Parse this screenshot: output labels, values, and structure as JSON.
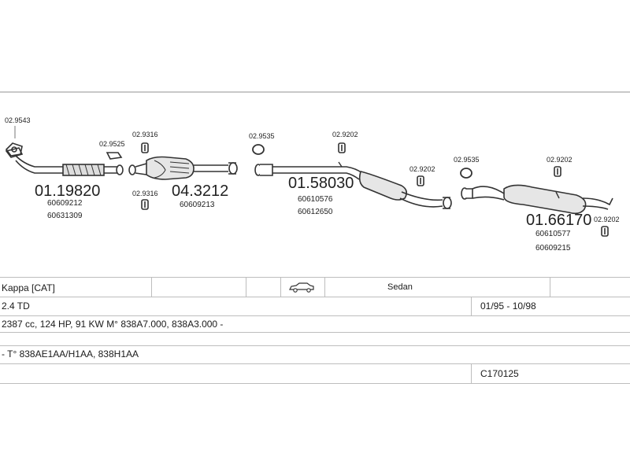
{
  "diagram": {
    "parts": {
      "p1": {
        "code": "01.19820",
        "refs": [
          "60609212",
          "60631309"
        ]
      },
      "p2": {
        "code": "04.3212",
        "refs": [
          "60609213"
        ]
      },
      "p3": {
        "code": "01.58030",
        "refs": [
          "60610576",
          "60612650"
        ]
      },
      "p4": {
        "code": "01.66170",
        "refs": [
          "60610577",
          "60609215"
        ]
      }
    },
    "fittings": {
      "f1": "02.9543",
      "f2": "02.9525",
      "f3": "02.9316",
      "f4": "02.9316",
      "f5": "02.9535",
      "f6": "02.9202",
      "f7": "02.9202",
      "f8": "02.9535",
      "f9": "02.9202",
      "f10": "02.9202"
    }
  },
  "vehicle": {
    "model": "Kappa  [CAT]",
    "body_icon": "sedan-car-icon",
    "body": "Sedan",
    "engine": "2.4 TD",
    "years": "01/95 - 10/98",
    "spec": "2387 cc, 124 HP, 91 KW M° 838A7.000, 838A3.000 -",
    "types": "- T° 838AE1AA/H1AA, 838H1AA",
    "catalog_code": "C170125"
  }
}
